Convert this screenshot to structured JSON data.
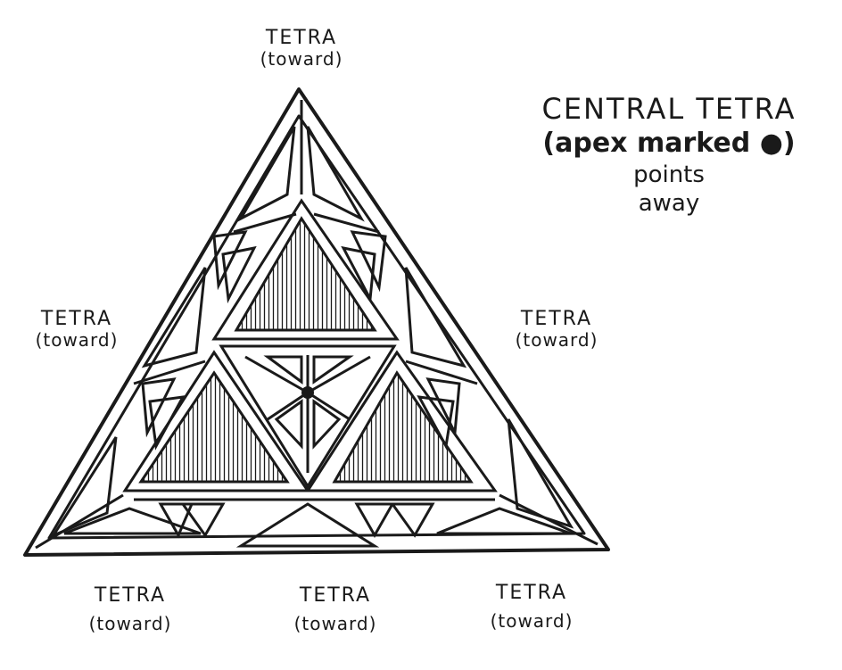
{
  "caption": {
    "line1": "CENTRAL TETRA",
    "line2": "(apex marked ●)",
    "line3": "points",
    "line4": "away"
  },
  "labels": {
    "top": {
      "name": "TETRA",
      "dir": "(toward)"
    },
    "left": {
      "name": "TETRA",
      "dir": "(toward)"
    },
    "right": {
      "name": "TETRA",
      "dir": "(toward)"
    },
    "bottom_left": {
      "name": "TETRA",
      "dir": "(toward)"
    },
    "bottom_mid": {
      "name": "TETRA",
      "dir": "(toward)"
    },
    "bottom_right": {
      "name": "TETRA",
      "dir": "(toward)"
    }
  },
  "colors": {
    "ink": "#1a1a1a",
    "paper": "#ffffff"
  }
}
